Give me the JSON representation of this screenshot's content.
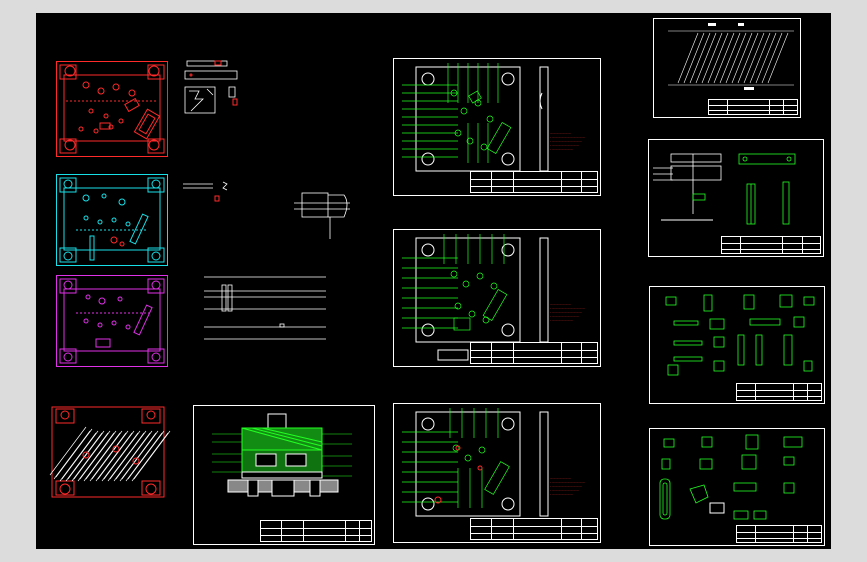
{
  "viewport": {
    "background": "#000000",
    "chrome": "#dcdcdc"
  },
  "colors": {
    "red": "#ff2a2a",
    "cyan": "#18e0e8",
    "magenta": "#e030e8",
    "green": "#22ff22",
    "white": "#ffffff",
    "yellow": "#ffff30"
  },
  "drawings": {
    "plate_red": {
      "name": "red-plate-drawing",
      "color": "#ff2a2a"
    },
    "plate_cyan": {
      "name": "cyan-plate-drawing",
      "color": "#18e0e8"
    },
    "plate_magenta": {
      "name": "magenta-plate-drawing",
      "color": "#e030e8"
    },
    "plate_assembly": {
      "name": "assembly-plate-drawing",
      "color": "#ff2a2a"
    },
    "sheets": [
      {
        "id": "die-plan-1",
        "title_block": true
      },
      {
        "id": "die-plan-2",
        "title_block": true
      },
      {
        "id": "die-plan-3",
        "title_block": true
      },
      {
        "id": "section-view",
        "title_block": true
      },
      {
        "id": "strip-layout",
        "title_block": true
      },
      {
        "id": "part-detail-1",
        "title_block": true
      },
      {
        "id": "part-detail-2",
        "title_block": true
      },
      {
        "id": "part-detail-3",
        "title_block": true
      }
    ]
  }
}
